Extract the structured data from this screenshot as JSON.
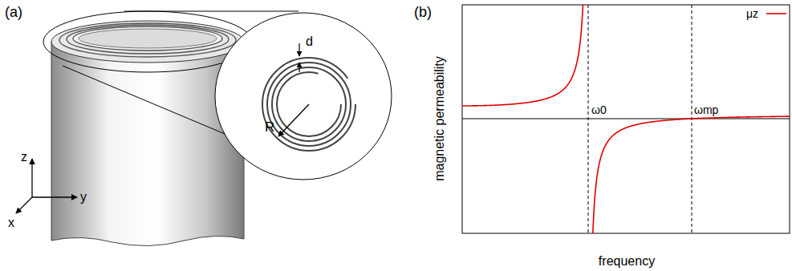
{
  "diagram": {
    "labels": [
      "(a)",
      "d",
      "R",
      "z",
      "y",
      "x",
      "(b)",
      "magnetic permeability",
      "frequency",
      "ω0",
      "ωmp"
    ],
    "legend": [
      {
        "text": "μz"
      }
    ]
  }
}
